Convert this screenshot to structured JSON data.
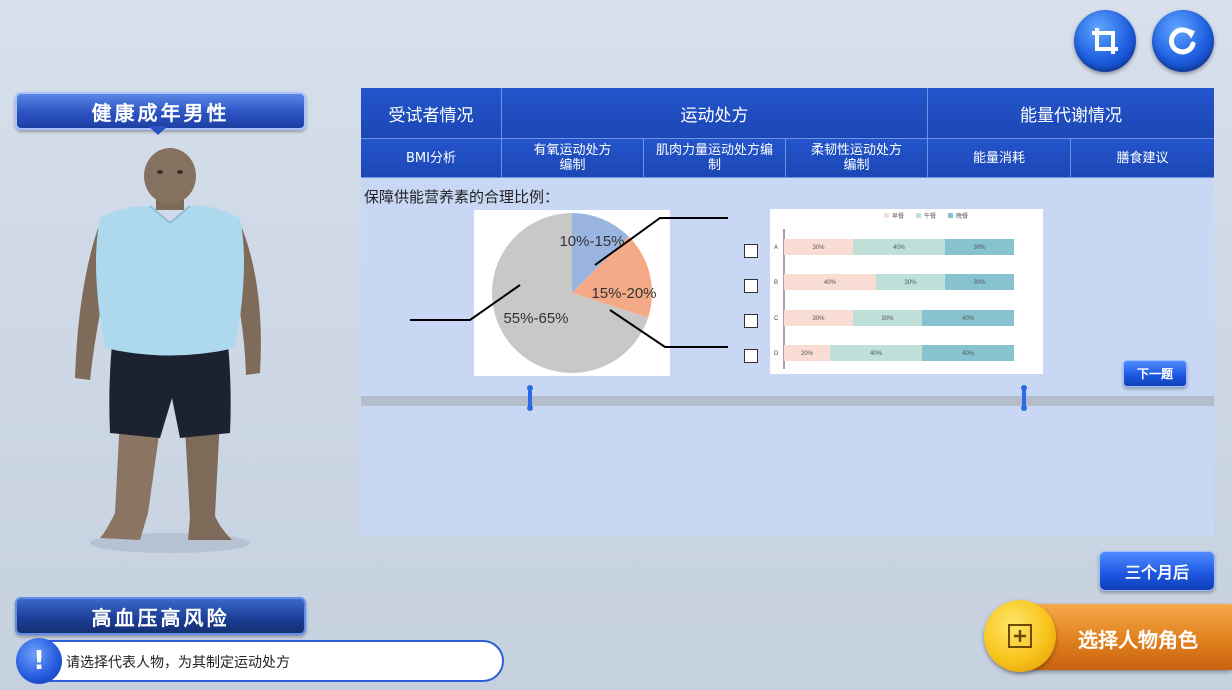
{
  "left_panel": {
    "character_title": "健康成年男性",
    "risk_label": "高血压高风险"
  },
  "top_buttons": {
    "crop_icon": "crop-icon",
    "refresh_icon": "refresh-icon"
  },
  "table": {
    "header_row1": [
      "受试者情况",
      "运动处方",
      "能量代谢情况"
    ],
    "header_row2": [
      "BMI分析",
      "有氧运动处方\n编制",
      "肌肉力量运动处方编\n制",
      "柔韧性运动处方\n编制",
      "能量消耗",
      "膳食建议"
    ]
  },
  "question": {
    "text": "保障供能营养素的合理比例：",
    "pie_labels": [
      "10%-15%",
      "15%-20%",
      "55%-65%"
    ],
    "options": [
      "A",
      "B",
      "C",
      "D"
    ],
    "bar_legend": [
      "早餐",
      "午餐",
      "晚餐"
    ]
  },
  "chart_data": [
    {
      "type": "pie",
      "labels": [
        "10%-15%",
        "15%-20%",
        "55%-65%"
      ],
      "values": [
        12.5,
        17.5,
        70
      ],
      "colors": [
        "#9ab6e0",
        "#f4a987",
        "#c8c8c8"
      ]
    },
    {
      "type": "bar",
      "orientation": "horizontal-stacked",
      "categories": [
        "A",
        "B",
        "C",
        "D"
      ],
      "legend": [
        "早餐",
        "午餐",
        "晚餐"
      ],
      "series": [
        {
          "name": "早餐",
          "values": [
            30,
            40,
            30,
            20
          ],
          "color": "#f9dcd3"
        },
        {
          "name": "午餐",
          "values": [
            40,
            30,
            30,
            40
          ],
          "color": "#bfe0d9"
        },
        {
          "name": "晚餐",
          "values": [
            30,
            30,
            40,
            40
          ],
          "color": "#86c3cf"
        }
      ],
      "data_labels": [
        [
          "30%",
          "40%",
          "30%"
        ],
        [
          "40%",
          "30%",
          "30%"
        ],
        [
          "30%",
          "30%",
          "40%"
        ],
        [
          "20%",
          "40%",
          "40%"
        ]
      ]
    }
  ],
  "buttons": {
    "next_question": "下一题",
    "three_months_later": "三个月后",
    "select_character": "选择人物角色"
  },
  "prompt": {
    "text": "请选择代表人物，为其制定运动处方"
  },
  "colors": {
    "primary_blue": "#1c47b5",
    "orange": "#e0801e"
  }
}
